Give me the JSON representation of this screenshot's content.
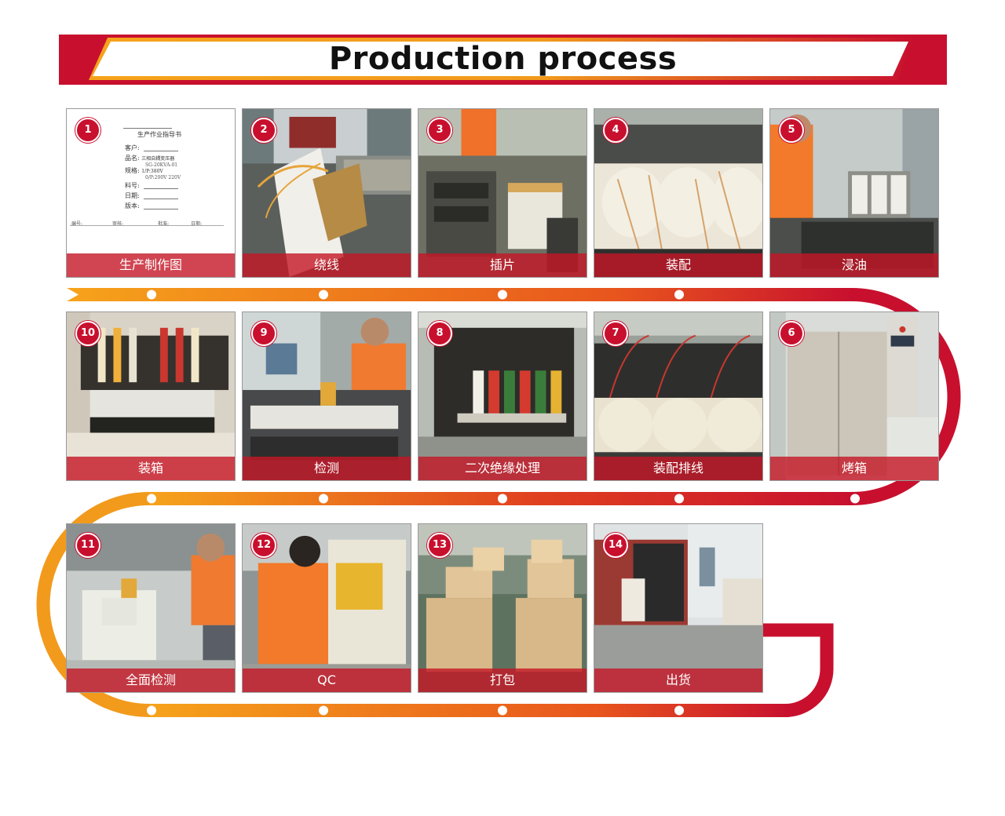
{
  "header": {
    "title": "Production process",
    "colors": {
      "red": "#c8102e",
      "orange": "#f6a31b"
    }
  },
  "steps": [
    {
      "number": "1",
      "label": "生产制作图"
    },
    {
      "number": "2",
      "label": "绕线"
    },
    {
      "number": "3",
      "label": "插片"
    },
    {
      "number": "4",
      "label": "装配"
    },
    {
      "number": "5",
      "label": "浸油"
    },
    {
      "number": "6",
      "label": "烤箱"
    },
    {
      "number": "7",
      "label": "装配排线"
    },
    {
      "number": "8",
      "label": "二次绝缘处理"
    },
    {
      "number": "9",
      "label": "检测"
    },
    {
      "number": "10",
      "label": "装箱"
    },
    {
      "number": "11",
      "label": "全面检测"
    },
    {
      "number": "12",
      "label": "QC"
    },
    {
      "number": "13",
      "label": "打包"
    },
    {
      "number": "14",
      "label": "出货"
    }
  ],
  "document": {
    "title": "生产作业指导书",
    "rows": [
      {
        "label": "客户:",
        "value": ""
      },
      {
        "label": "品名:",
        "value": "三相自耦变压器"
      },
      {
        "label": "",
        "value": "SG-20KVA-01"
      },
      {
        "label": "规格:",
        "value": "1/P:380V"
      },
      {
        "label": "",
        "value": "0/P:200V 220V"
      },
      {
        "label": "料号:",
        "value": ""
      },
      {
        "label": "日期:",
        "value": ""
      },
      {
        "label": "版本:",
        "value": ""
      }
    ],
    "footer": [
      "编号:",
      "审核:",
      "批准:",
      "日期:"
    ]
  }
}
